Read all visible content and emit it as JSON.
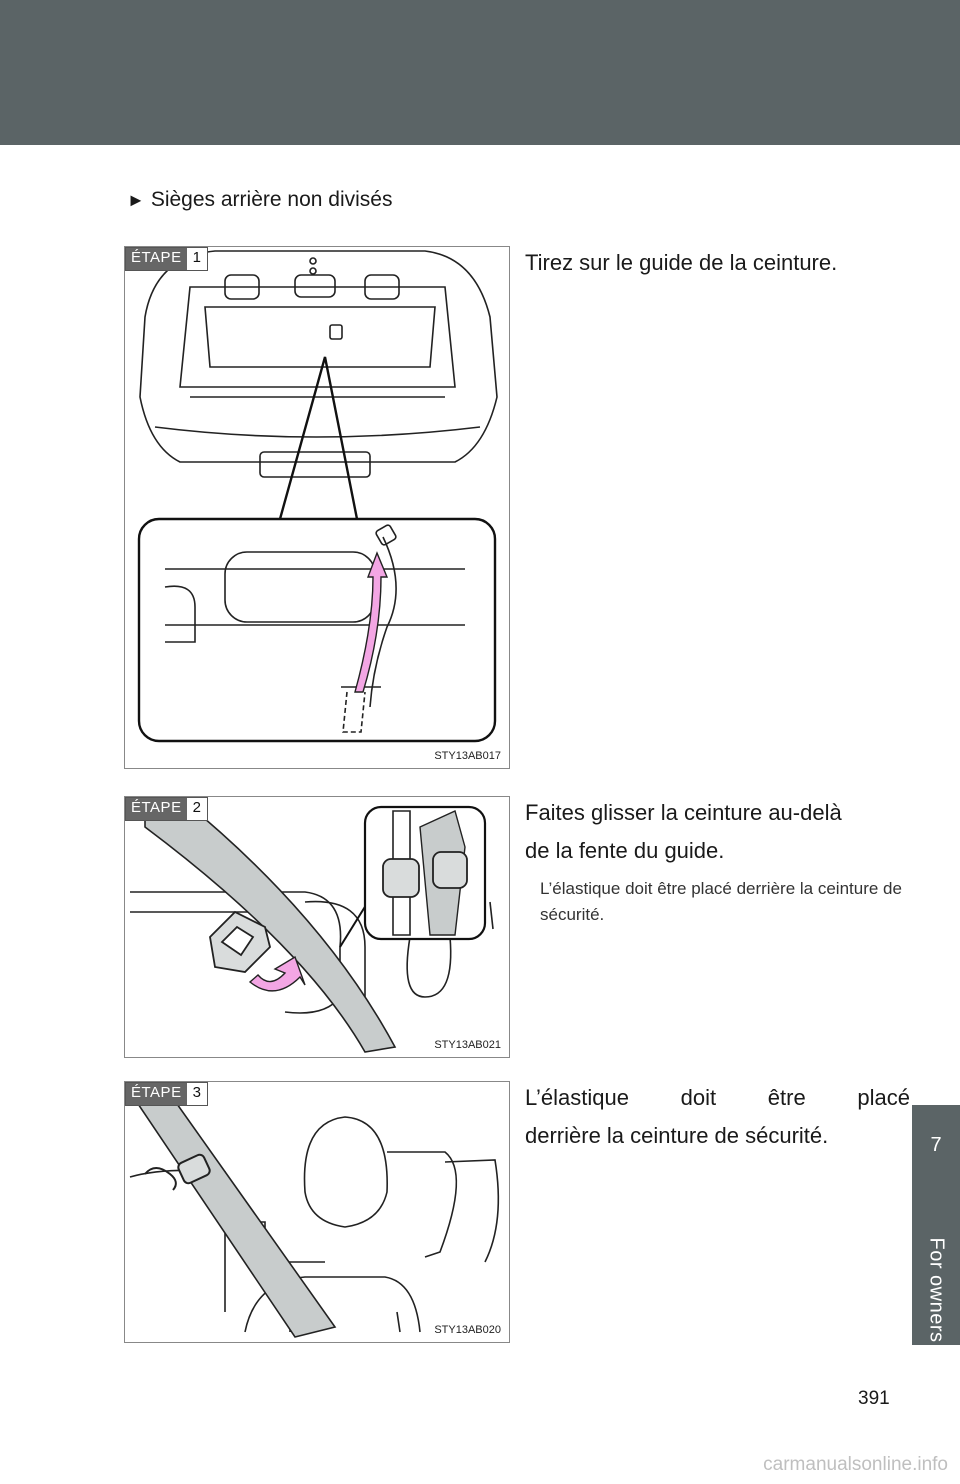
{
  "header": {
    "color": "#5b6466"
  },
  "side_tab": {
    "number": "7",
    "label": "For owners",
    "color": "#5b6466"
  },
  "section": {
    "marker": "►",
    "heading": "Sièges arrière non divisés"
  },
  "steps": [
    {
      "badge_label": "ÉTAPE",
      "badge_number": "1",
      "figure_code": "STY13AB017",
      "text": "Tirez sur le guide de la ceinture."
    },
    {
      "badge_label": "ÉTAPE",
      "badge_number": "2",
      "figure_code": "STY13AB021",
      "text_line1": "Faites glisser la ceinture au-delà",
      "text_line2": "de la fente du guide.",
      "note": "L’élastique doit être placé derrière la ceinture de sécurité."
    },
    {
      "badge_label": "ÉTAPE",
      "badge_number": "3",
      "figure_code": "STY13AB020",
      "text_line1": "L’élastique doit être placé",
      "text_line2": "derrière la ceinture de sécurité."
    }
  ],
  "page_number": "391",
  "watermark": "carmanualsonline.info",
  "colors": {
    "arrow": "#f3a6e4",
    "belt": "#c8cccc"
  }
}
